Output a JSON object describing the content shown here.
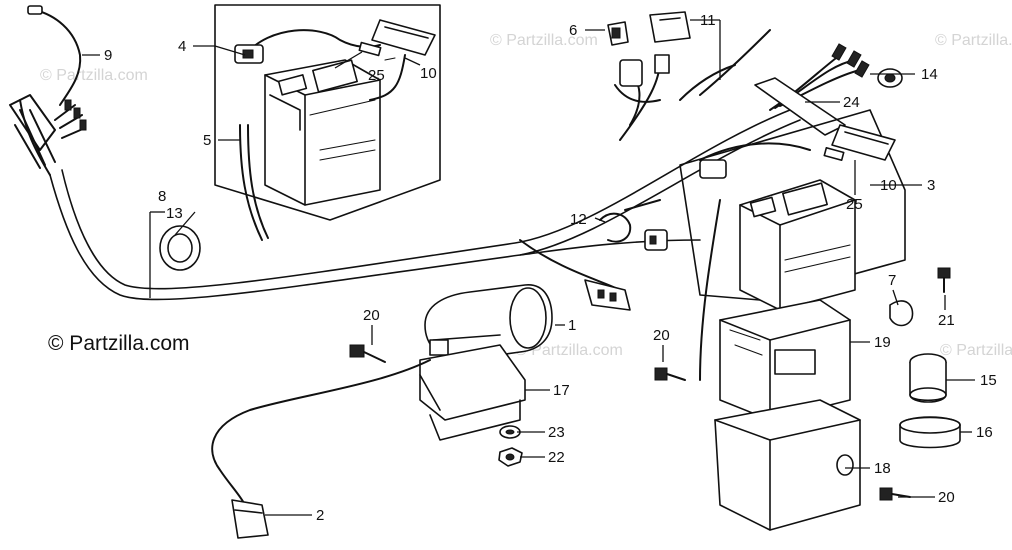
{
  "brand": {
    "watermark": "© Partzilla.com"
  },
  "callouts": {
    "c1": "1",
    "c2": "2",
    "c3": "3",
    "c4": "4",
    "c5": "5",
    "c6": "6",
    "c7": "7",
    "c8": "8",
    "c9": "9",
    "c10a": "10",
    "c10b": "10",
    "c11": "11",
    "c12": "12",
    "c13": "13",
    "c14": "14",
    "c15": "15",
    "c16": "16",
    "c17": "17",
    "c18": "18",
    "c19": "19",
    "c20a": "20",
    "c20b": "20",
    "c20c": "20",
    "c21": "21",
    "c22": "22",
    "c23": "23",
    "c24": "24",
    "c25a": "25",
    "c25b": "25"
  }
}
